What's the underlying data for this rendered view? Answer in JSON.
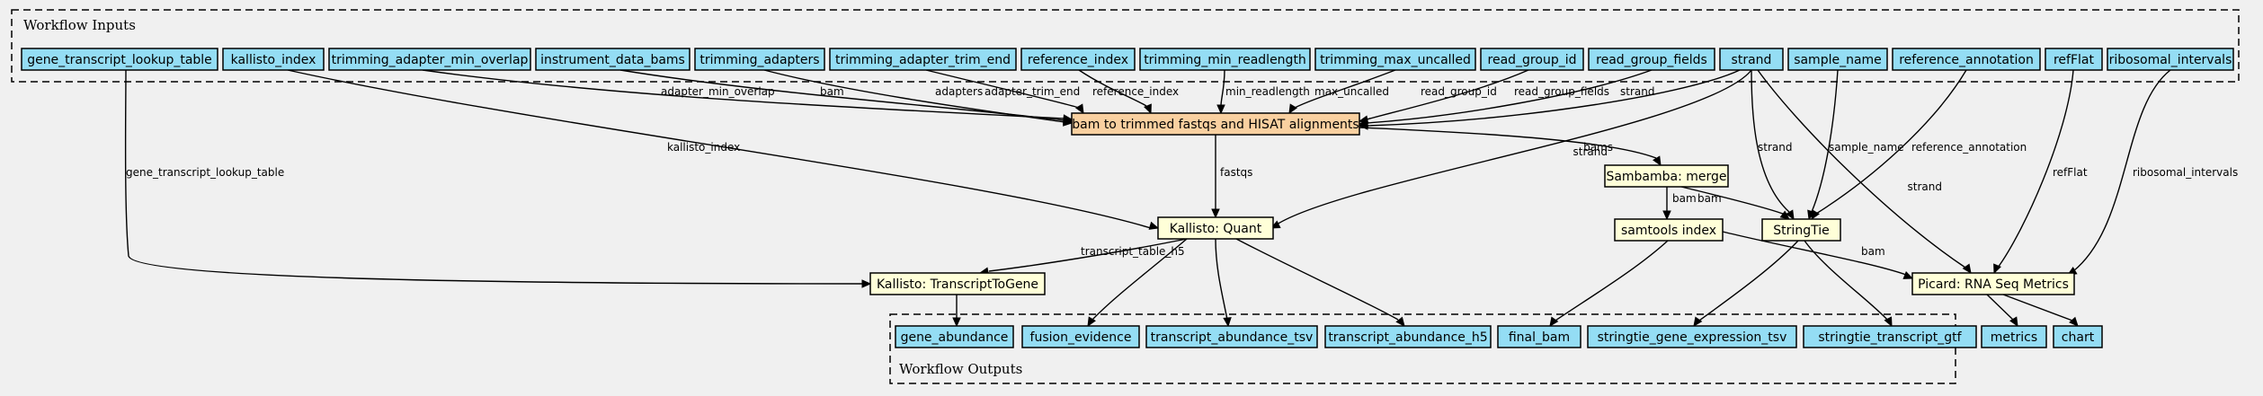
{
  "clusters": {
    "inputs": "Workflow Inputs",
    "outputs": "Workflow Outputs"
  },
  "nodes": {
    "gene_transcript_lookup_table": "gene_transcript_lookup_table",
    "kallisto_index": "kallisto_index",
    "trimming_adapter_min_overlap": "trimming_adapter_min_overlap",
    "instrument_data_bams": "instrument_data_bams",
    "trimming_adapters": "trimming_adapters",
    "trimming_adapter_trim_end": "trimming_adapter_trim_end",
    "reference_index": "reference_index",
    "trimming_min_readlength": "trimming_min_readlength",
    "trimming_max_uncalled": "trimming_max_uncalled",
    "read_group_id": "read_group_id",
    "read_group_fields": "read_group_fields",
    "strand": "strand",
    "sample_name": "sample_name",
    "reference_annotation": "reference_annotation",
    "refFlat": "refFlat",
    "ribosomal_intervals": "ribosomal_intervals",
    "bam_to_trimmed": "bam to trimmed fastqs and HISAT alignments",
    "sambamba_merge": "Sambamba: merge",
    "kallisto_quant": "Kallisto: Quant",
    "samtools_index": "samtools index",
    "stringtie": "StringTie",
    "kallisto_t2g": "Kallisto: TranscriptToGene",
    "picard_rnaseq": "Picard: RNA Seq Metrics",
    "gene_abundance": "gene_abundance",
    "fusion_evidence": "fusion_evidence",
    "transcript_abundance_tsv": "transcript_abundance_tsv",
    "transcript_abundance_h5": "transcript_abundance_h5",
    "final_bam": "final_bam",
    "stringtie_gene_expression_tsv": "stringtie_gene_expression_tsv",
    "stringtie_transcript_gtf": "stringtie_transcript_gtf",
    "metrics": "metrics",
    "chart": "chart"
  },
  "edges": [
    {
      "id": "e1",
      "from": "gene_transcript_lookup_table",
      "to": "kallisto_t2g",
      "label": "gene_transcript_lookup_table"
    },
    {
      "id": "e2",
      "from": "kallisto_index",
      "to": "kallisto_quant",
      "label": "kallisto_index"
    },
    {
      "id": "e3",
      "from": "trimming_adapter_min_overlap",
      "to": "bam_to_trimmed",
      "label": "adapter_min_overlap"
    },
    {
      "id": "e4",
      "from": "instrument_data_bams",
      "to": "bam_to_trimmed",
      "label": "bam"
    },
    {
      "id": "e5",
      "from": "trimming_adapters",
      "to": "bam_to_trimmed",
      "label": "adapters"
    },
    {
      "id": "e6",
      "from": "trimming_adapter_trim_end",
      "to": "bam_to_trimmed",
      "label": "adapter_trim_end"
    },
    {
      "id": "e7",
      "from": "reference_index",
      "to": "bam_to_trimmed",
      "label": "reference_index"
    },
    {
      "id": "e8",
      "from": "trimming_min_readlength",
      "to": "bam_to_trimmed",
      "label": "min_readlength"
    },
    {
      "id": "e9",
      "from": "trimming_max_uncalled",
      "to": "bam_to_trimmed",
      "label": "max_uncalled"
    },
    {
      "id": "e10",
      "from": "read_group_id",
      "to": "bam_to_trimmed",
      "label": "read_group_id"
    },
    {
      "id": "e11",
      "from": "read_group_fields",
      "to": "bam_to_trimmed",
      "label": "read_group_fields"
    },
    {
      "id": "e12",
      "from": "strand",
      "to": "bam_to_trimmed",
      "label": "strand"
    },
    {
      "id": "e13",
      "from": "strand",
      "to": "kallisto_quant",
      "label": "strand"
    },
    {
      "id": "e14",
      "from": "strand",
      "to": "stringtie",
      "label": "strand"
    },
    {
      "id": "e15",
      "from": "strand",
      "to": "picard_rnaseq",
      "label": "strand"
    },
    {
      "id": "e16",
      "from": "sample_name",
      "to": "stringtie",
      "label": "sample_name"
    },
    {
      "id": "e17",
      "from": "reference_annotation",
      "to": "stringtie",
      "label": "reference_annotation"
    },
    {
      "id": "e18",
      "from": "refFlat",
      "to": "picard_rnaseq",
      "label": "refFlat"
    },
    {
      "id": "e19",
      "from": "ribosomal_intervals",
      "to": "picard_rnaseq",
      "label": "ribosomal_intervals"
    },
    {
      "id": "e20",
      "from": "bam_to_trimmed",
      "to": "kallisto_quant",
      "label": "fastqs"
    },
    {
      "id": "e21",
      "from": "bam_to_trimmed",
      "to": "sambamba_merge",
      "label": "bams"
    },
    {
      "id": "e22",
      "from": "sambamba_merge",
      "to": "samtools_index",
      "label": "bam"
    },
    {
      "id": "e23",
      "from": "sambamba_merge",
      "to": "stringtie",
      "label": "bam"
    },
    {
      "id": "e24",
      "from": "samtools_index",
      "to": "picard_rnaseq",
      "label": "bam"
    },
    {
      "id": "e25",
      "from": "kallisto_quant",
      "to": "kallisto_t2g",
      "label": "transcript_table_h5"
    },
    {
      "id": "e26",
      "from": "kallisto_quant",
      "to": "fusion_evidence",
      "label": ""
    },
    {
      "id": "e27",
      "from": "kallisto_quant",
      "to": "transcript_abundance_tsv",
      "label": ""
    },
    {
      "id": "e28",
      "from": "kallisto_quant",
      "to": "transcript_abundance_h5",
      "label": ""
    },
    {
      "id": "e29",
      "from": "kallisto_t2g",
      "to": "gene_abundance",
      "label": ""
    },
    {
      "id": "e30",
      "from": "samtools_index",
      "to": "final_bam",
      "label": ""
    },
    {
      "id": "e31",
      "from": "stringtie",
      "to": "stringtie_gene_expression_tsv",
      "label": ""
    },
    {
      "id": "e32",
      "from": "stringtie",
      "to": "stringtie_transcript_gtf",
      "label": ""
    },
    {
      "id": "e33",
      "from": "picard_rnaseq",
      "to": "metrics",
      "label": ""
    },
    {
      "id": "e34",
      "from": "picard_rnaseq",
      "to": "chart",
      "label": ""
    }
  ]
}
